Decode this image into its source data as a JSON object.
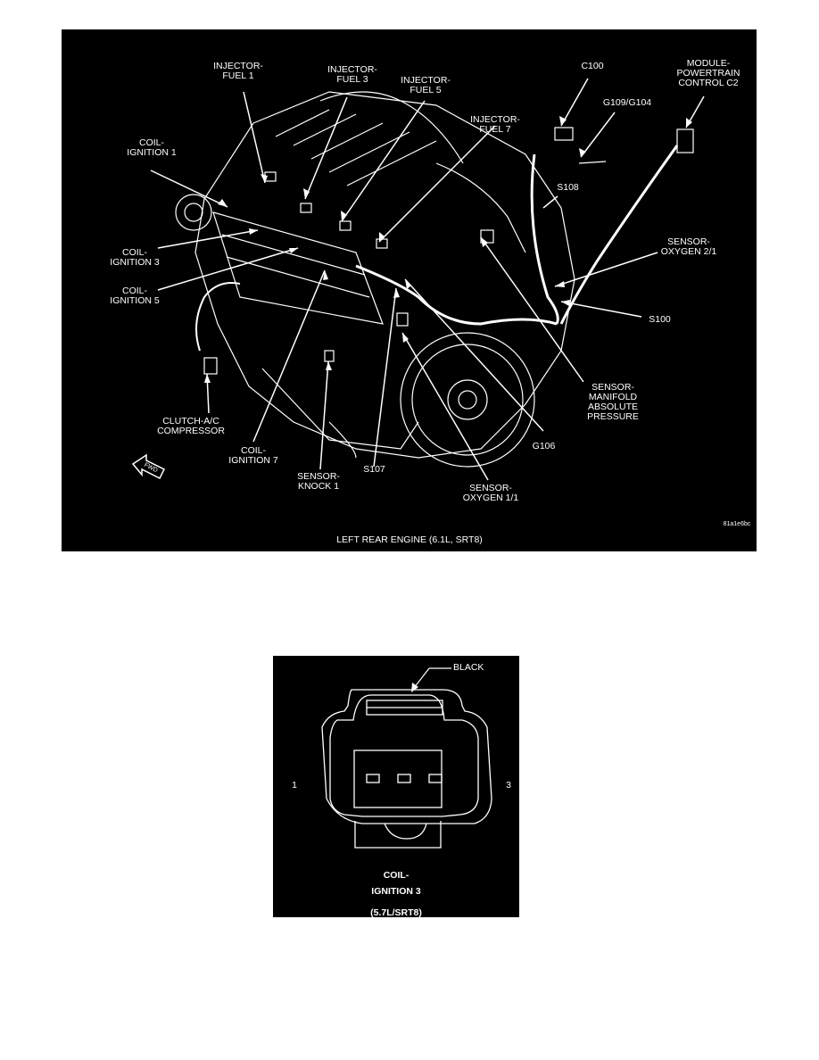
{
  "engine_diagram": {
    "caption": "LEFT REAR ENGINE  (6.1L, SRT8)",
    "code": "81a1e6bc",
    "labels": {
      "injector_fuel_1": "INJECTOR-\nFUEL 1",
      "injector_fuel_3": "INJECTOR-\nFUEL 3",
      "injector_fuel_5": "INJECTOR-\nFUEL 5",
      "injector_fuel_7": "INJECTOR-\nFUEL 7",
      "c100": "C100",
      "g109_g104": "G109/G104",
      "module_pcm": "MODULE-\nPOWERTRAIN\nCONTROL C2",
      "coil_ignition_1": "COIL-\nIGNITION 1",
      "s108": "S108",
      "sensor_oxygen_21": "SENSOR-\nOXYGEN 2/1",
      "coil_ignition_3": "COIL-\nIGNITION 3",
      "coil_ignition_5": "COIL-\nIGNITION 5",
      "s100": "S100",
      "sensor_map": "SENSOR-\nMANIFOLD\nABSOLUTE\nPRESSURE",
      "clutch_ac": "CLUTCH-A/C\nCOMPRESSOR",
      "g106": "G106",
      "coil_ignition_7": "COIL-\nIGNITION 7",
      "s107": "S107",
      "sensor_knock_1": "SENSOR-\nKNOCK 1",
      "sensor_oxygen_11": "SENSOR-\nOXYGEN 1/1",
      "fwd_arrow": "FWD"
    }
  },
  "connector_diagram": {
    "color_label": "BLACK",
    "pin_left": "1",
    "pin_right": "3",
    "title_line1": "COIL-",
    "title_line2": "IGNITION 3",
    "title_line3": "(5.7L/SRT8)"
  }
}
